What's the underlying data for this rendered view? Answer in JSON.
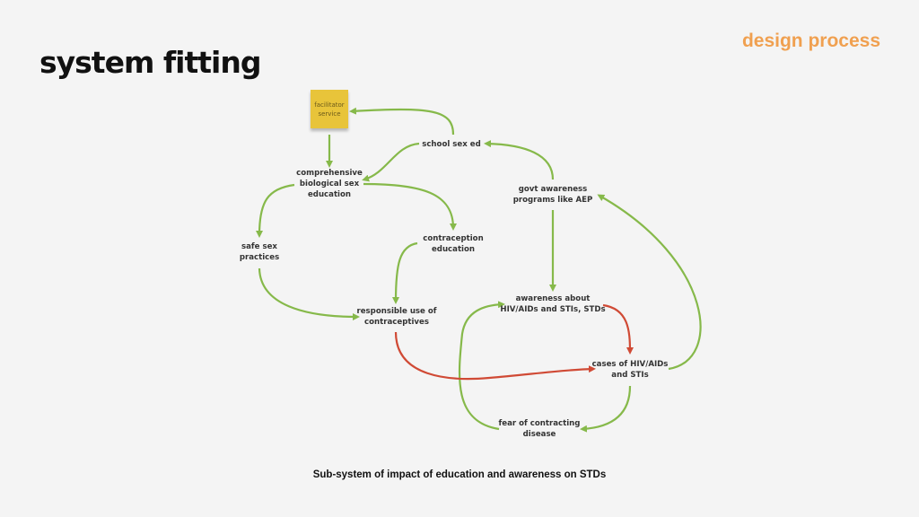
{
  "header": {
    "title": "system fitting",
    "section": "design process"
  },
  "caption": "Sub-system of impact of education and awareness on STDs",
  "colors": {
    "positive": "#86b94a",
    "negative": "#d04a35",
    "sticky": "#e8c43a",
    "accent": "#f0a050"
  },
  "nodes": {
    "facilitator": [
      "facilitator",
      "service"
    ],
    "school": [
      "school sex ed"
    ],
    "comprehensive": [
      "comprehensive",
      "biological sex",
      "education"
    ],
    "govt": [
      "govt awareness",
      "programs like AEP"
    ],
    "safe_sex": [
      "safe sex",
      "practices"
    ],
    "contraception": [
      "contraception",
      "education"
    ],
    "responsible": [
      "responsible use of",
      "contraceptives"
    ],
    "awareness": [
      "awareness about",
      "HIV/AIDs and STIs, STDs"
    ],
    "cases": [
      "cases of HIV/AIDs",
      "and STIs"
    ],
    "fear": [
      "fear of contracting",
      "disease"
    ]
  }
}
